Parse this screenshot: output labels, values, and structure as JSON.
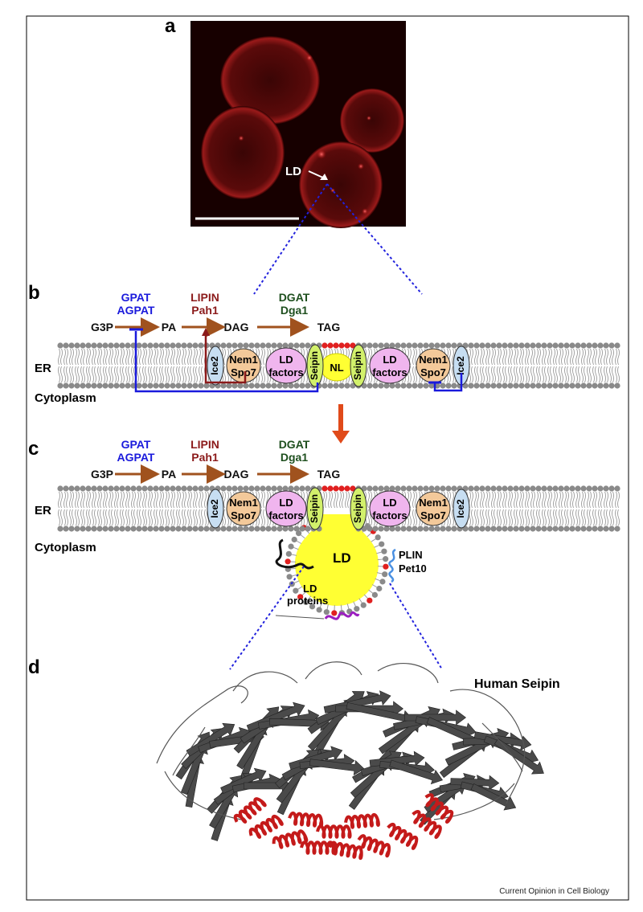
{
  "panels": {
    "a": "a",
    "b": "b",
    "c": "c",
    "d": "d"
  },
  "micrograph": {
    "ld_label": "LD"
  },
  "pathway": {
    "enzymes": [
      {
        "line1": "GPAT",
        "line2": "AGPAT",
        "color": "#1a1adc"
      },
      {
        "line1": "LIPIN",
        "line2": "Pah1",
        "color": "#8b1a1a"
      },
      {
        "line1": "DGAT",
        "line2": "Dga1",
        "color": "#1e4f1e"
      }
    ],
    "metabolites": [
      "G3P",
      "PA",
      "DAG",
      "TAG"
    ],
    "arrow_color": "#a0521e"
  },
  "membrane": {
    "er_label": "ER",
    "cytoplasm_label": "Cytoplasm",
    "proteins": {
      "ice2": "Ice2",
      "nem1_line1": "Nem1",
      "nem1_line2": "Spo7",
      "ld_factors_line1": "LD",
      "ld_factors_line2": "factors",
      "seipin": "Seipin",
      "nl": "NL"
    },
    "colors": {
      "ice2": "#c7def2",
      "nem1": "#f3c99a",
      "ld_factors": "#f0b5ee",
      "seipin": "#d2f06b",
      "nl": "#ffff33",
      "lipid_head": "#8a8a8a",
      "red_head": "#e02020"
    }
  },
  "droplet": {
    "label": "LD",
    "plin_line1": "PLIN",
    "plin_line2": "Pet10",
    "ld_proteins_line1": "LD",
    "ld_proteins_line2": "proteins"
  },
  "structure": {
    "title": "Human Seipin",
    "grey": "#4a4a4a",
    "red": "#c41a1a"
  },
  "credit": "Current Opinion in Cell Biology"
}
